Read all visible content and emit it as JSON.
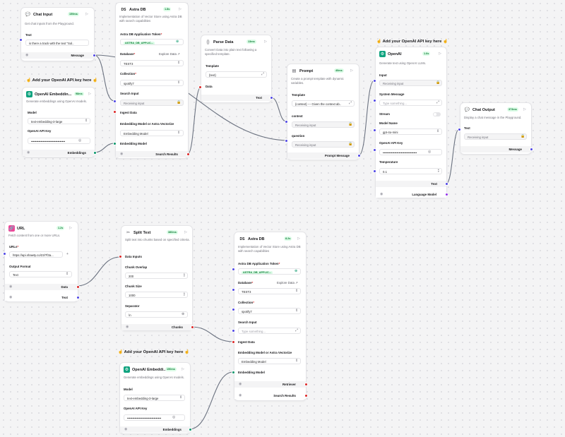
{
  "notes": {
    "openai_top": "Add your OpenAI API key here",
    "openai_left": "Add your OpenAI API key here",
    "openai_bottom": "Add your OpenAI API key here"
  },
  "chat_input": {
    "title": "Chat Input",
    "badge": "159ms",
    "description": "Get chat inputs from the Playground.",
    "text_label": "Text",
    "text_value": "is there a track with the text \"Sol..",
    "output_label": "Message"
  },
  "embeddings_left": {
    "title": "OpenAI Embeddin...",
    "badge": "98ms",
    "description": "Generate embeddings using OpenAI models.",
    "model_label": "Model",
    "model_value": "text-embedding-3-large",
    "api_label": "OpenAI API Key",
    "api_value": "••••••••••••••••••••••••••••••••",
    "output_label": "Embeddings"
  },
  "astra_top": {
    "title": "Astra DB",
    "badge": "1.8s",
    "description": "Implementation of Vector Store using Astra DB with search capabilities",
    "token_label": "Astra DB Application Token",
    "token_value": "ASTRA_DB_APPLIC...",
    "database_label": "Database",
    "explore_label": "Explore Data",
    "database_value": "TEST3",
    "collection_label": "Collection",
    "collection_value": "spotify7",
    "search_label": "Search Input",
    "search_value": "Receiving input",
    "ingest_label": "Ingest Data",
    "embedding_label": "Embedding Model or Astra Vectorize",
    "embedding_value": "Embedding Model",
    "embedding_model_label": "Embedding Model",
    "output_label": "Search Results"
  },
  "parse_data": {
    "title": "Parse Data",
    "badge": "13ms",
    "description": "Convert Data into plain text following a specified template.",
    "template_label": "Template",
    "template_value": "{text}",
    "data_label": "Data",
    "output_label": "Text"
  },
  "prompt": {
    "title": "Prompt",
    "badge": "40ms",
    "description": "Create a prompt template with dynamic variables.",
    "template_label": "Template",
    "template_value": "{context} --- Given the context ab..",
    "context_label": "context",
    "context_value": "Receiving input",
    "question_label": "question",
    "question_value": "Receiving input",
    "output_label": "Prompt Message"
  },
  "openai": {
    "title": "OpenAI",
    "badge": "1.6s",
    "description": "Generate text using OpenAI LLMs.",
    "input_label": "Input",
    "input_value": "Receiving input",
    "system_label": "System Message",
    "system_placeholder": "Type something...",
    "stream_label": "Stream",
    "model_label": "Model Name",
    "model_value": "gpt-4o-mini",
    "api_label": "OpenAI API Key",
    "api_value": "••••••••••••••••••••••••••••••••",
    "temp_label": "Temperature",
    "temp_value": "0.1",
    "text_output": "Text",
    "model_output": "Language Model"
  },
  "chat_output": {
    "title": "Chat Output",
    "badge": "373ms",
    "description": "Display a chat message in the Playground.",
    "text_label": "Text",
    "text_value": "Receiving input",
    "output_label": "Message"
  },
  "url": {
    "title": "URL",
    "badge": "1.2s",
    "description": "Fetch content from one or more URLs.",
    "urls_label": "URLs",
    "urls_value": "https://api.shawty.co/23/?f3a...",
    "format_label": "Output Format",
    "format_value": "Text",
    "data_output": "Data",
    "text_output": "Text"
  },
  "split_text": {
    "title": "Split Text",
    "badge": "380ms",
    "description": "Split text into chunks based on specified criteria.",
    "data_label": "Data Inputs",
    "overlap_label": "Chunk Overlap",
    "overlap_value": "200",
    "size_label": "Chunk Size",
    "size_value": "1000",
    "separator_label": "Separator",
    "separator_value": "\\n",
    "output_label": "Chunks"
  },
  "astra_bottom": {
    "title": "Astra DB",
    "badge": "8.2s",
    "description": "Implementation of Vector Store using Astra DB with search capabilities",
    "token_label": "Astra DB Application Token",
    "token_value": "ASTRA_DB_APPLIC...",
    "database_label": "Database",
    "explore_label": "Explore Data",
    "database_value": "TEST3",
    "collection_label": "Collection",
    "collection_value": "spotify7",
    "search_label": "Search Input",
    "search_placeholder": "Type something...",
    "ingest_label": "Ingest Data",
    "embedding_label": "Embedding Model or Astra Vectorize",
    "embedding_value": "Embedding Model",
    "embedding_model_label": "Embedding Model",
    "retriever_output": "Retriever",
    "results_output": "Search Results"
  },
  "embeddings_bottom": {
    "title": "OpenAI Embeddi...",
    "badge": "150ms",
    "description": "Generate embeddings using OpenAI models.",
    "model_label": "Model",
    "model_value": "text-embedding-3-large",
    "api_label": "OpenAI API Key",
    "api_value": "••••••••••••••••••••••••••••••••",
    "output_label": "Embeddings"
  },
  "colors": {
    "message": "#4f46e5",
    "data": "#dc2626",
    "embeddings": "#059669",
    "model": "#9333ea",
    "edge": "#6b7280"
  }
}
